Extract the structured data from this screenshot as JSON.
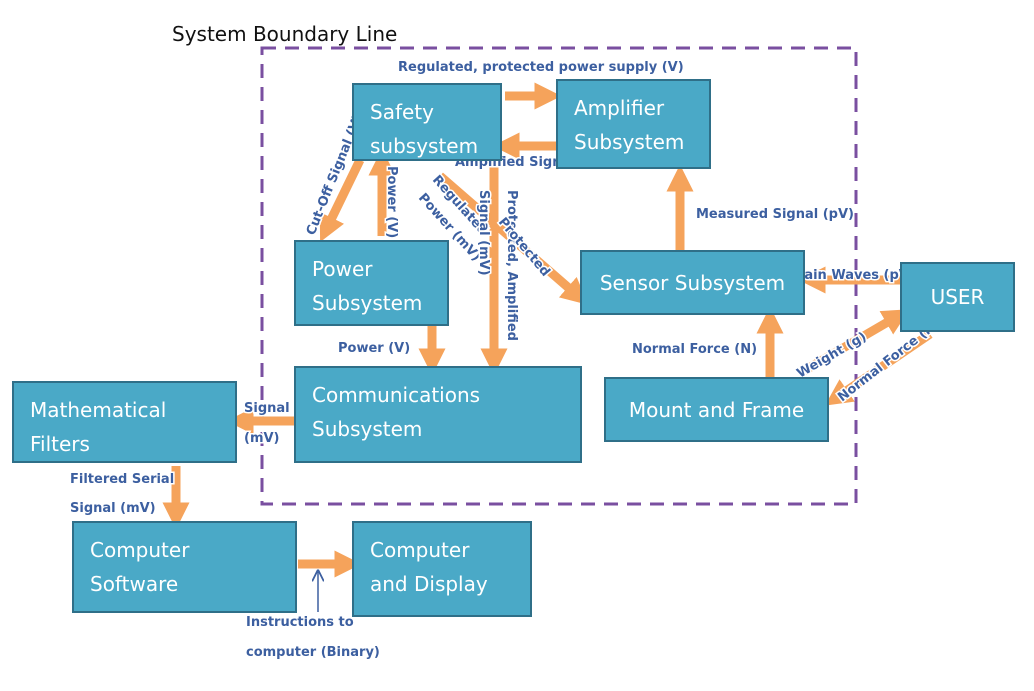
{
  "title": "System Boundary Line",
  "blocks": {
    "safety": "Safety\nsubsystem",
    "amplifier": "Amplifier\nSubsystem",
    "power": "Power\nSubsystem",
    "sensor": "Sensor Subsystem",
    "user": "USER",
    "communications": "Communications\nSubsystem",
    "mount": "Mount and Frame",
    "filters": "Mathematical\nFilters",
    "software": "Computer\nSoftware",
    "display": "Computer\nand Display"
  },
  "labels": {
    "regulated_supply": "Regulated, protected power supply (V)",
    "amplified_signal": "Amplified Signal (mV)",
    "cutoff_signal": "Cut-Off Signal (V)",
    "power_v_vertical": "Power (V)",
    "regulated_power_1": "Regulated",
    "regulated_power_2": "Power (mV)",
    "protected_1": "Protected, Amplified",
    "protected_2": "Signal (mV)",
    "protected_3": "Protected",
    "measured_signal": "Measured Signal (pV)",
    "brain_waves": "Brain Waves (pV)",
    "power_v": "Power (V)",
    "normal_force_left": "Normal Force (N)",
    "weight": "Weight (g)",
    "normal_force_right": "Normal Force (N)",
    "signal_1": "Signal",
    "signal_2": "(mV)",
    "filtered_1": "Filtered Serial",
    "filtered_2": "Signal (mV)",
    "instructions_1": "Instructions to",
    "instructions_2": "computer  (Binary)"
  },
  "colors": {
    "block_fill": "#4aa9c7",
    "block_border": "#2f6f88",
    "arrow": "#f5a35b",
    "boundary": "#7a4fa0",
    "label": "#3c5fa0"
  }
}
